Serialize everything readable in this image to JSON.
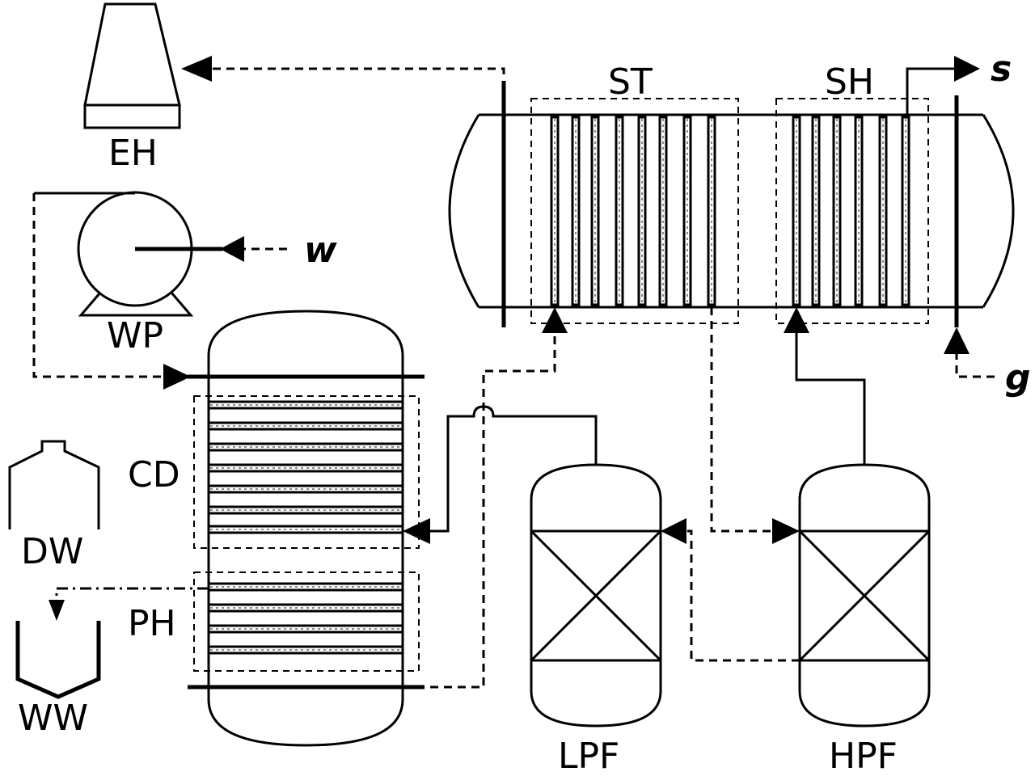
{
  "labels": {
    "eh": "EH",
    "wp": "WP",
    "cd": "CD",
    "ph": "PH",
    "dw": "DW",
    "ww": "WW",
    "st": "ST",
    "sh": "SH",
    "lpf": "LPF",
    "hpf": "HPF"
  },
  "streams": {
    "steam": "s",
    "water": "w",
    "gas": "g"
  }
}
